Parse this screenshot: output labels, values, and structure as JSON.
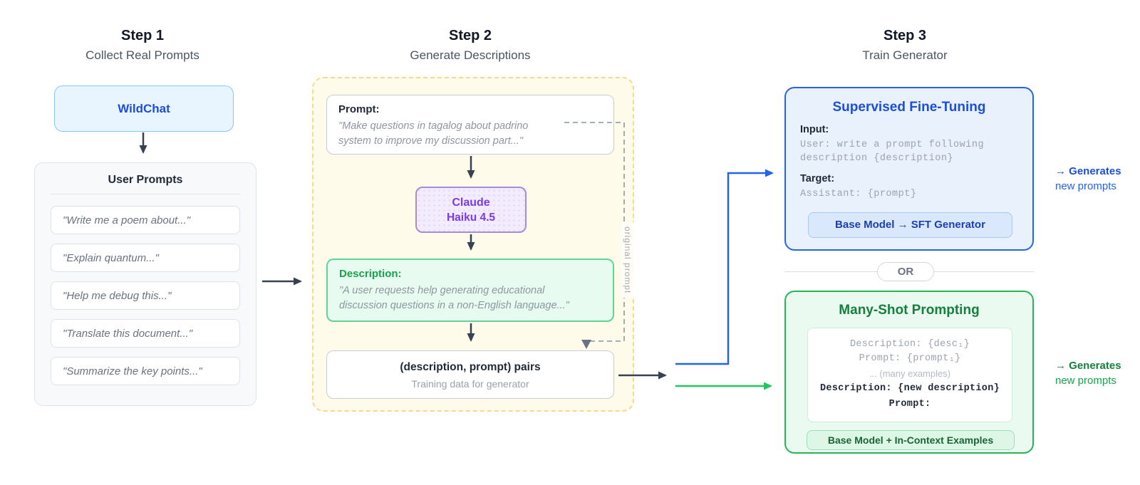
{
  "steps": [
    {
      "label": "Step 1",
      "subtitle": "Collect Real Prompts"
    },
    {
      "label": "Step 2",
      "subtitle": "Generate Descriptions"
    },
    {
      "label": "Step 3",
      "subtitle": "Train Generator"
    }
  ],
  "step1": {
    "source_label": "WildChat",
    "user_prompts": {
      "title": "User Prompts",
      "items": [
        "\"Write me a poem about...\"",
        "\"Explain quantum...\"",
        "\"Help me debug this...\"",
        "\"Translate this document...\"",
        "\"Summarize the key points...\""
      ]
    }
  },
  "step2": {
    "prompt_card": {
      "label": "Prompt:",
      "text": "\"Make questions in tagalog about padrino\nsystem to improve my discussion part...\""
    },
    "model_card": {
      "line1": "Claude",
      "line2": "Haiku 4.5"
    },
    "description_card": {
      "label": "Description:",
      "text": "\"A user requests help generating educational\ndiscussion questions in a non-English language...\""
    },
    "pairs_card": {
      "title": "(description, prompt) pairs",
      "subtitle": "Training data for generator"
    },
    "feedback_label": "original prompt"
  },
  "step3": {
    "sft": {
      "title": "Supervised Fine-Tuning",
      "input_label": "Input:",
      "input_text": "User: write a prompt following\ndescription {description}",
      "target_label": "Target:",
      "target_text": "Assistant: {prompt}",
      "pill": "Base Model → SFT Generator"
    },
    "or_label": "OR",
    "many_shot": {
      "title": "Many-Shot Prompting",
      "example_line1": "Description: {desc₁}",
      "example_line2": "Prompt: {prompt₁}",
      "ellipsis": "... (many examples)",
      "new_description": "Description: {new description}",
      "new_prompt": "Prompt:",
      "pill": "Base Model + In-Context Examples"
    },
    "sft_annotation": {
      "line1": "→ Generates",
      "line2": "new prompts"
    },
    "many_shot_annotation": {
      "line1": "→ Generates",
      "line2": "new prompts"
    }
  },
  "colors": {
    "accent_blue": "#1d4ed8",
    "accent_purple": "#7c3aed",
    "accent_green": "#16a34a",
    "arrow_dark": "#374151",
    "arrow_blue": "#2563eb",
    "arrow_green": "#22c55e",
    "container_yellow_border": "#f5d98f"
  }
}
